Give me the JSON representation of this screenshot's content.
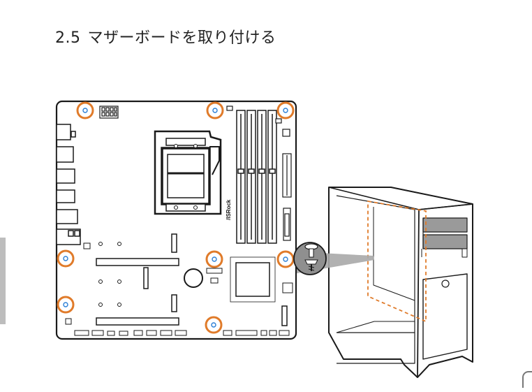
{
  "section": {
    "number": "2.5",
    "title": "マザーボードを取り付ける"
  },
  "board": {
    "brand": "/ISRock"
  },
  "colors": {
    "screw_ring": "#e07b2a",
    "screw_center": "#2b7fd6",
    "line": "#1a1a1a",
    "dashed": "#e07b2a",
    "shadow": "#9a9a9a"
  },
  "icons": [
    "screw-hole-icon",
    "screw-detail-icon"
  ]
}
